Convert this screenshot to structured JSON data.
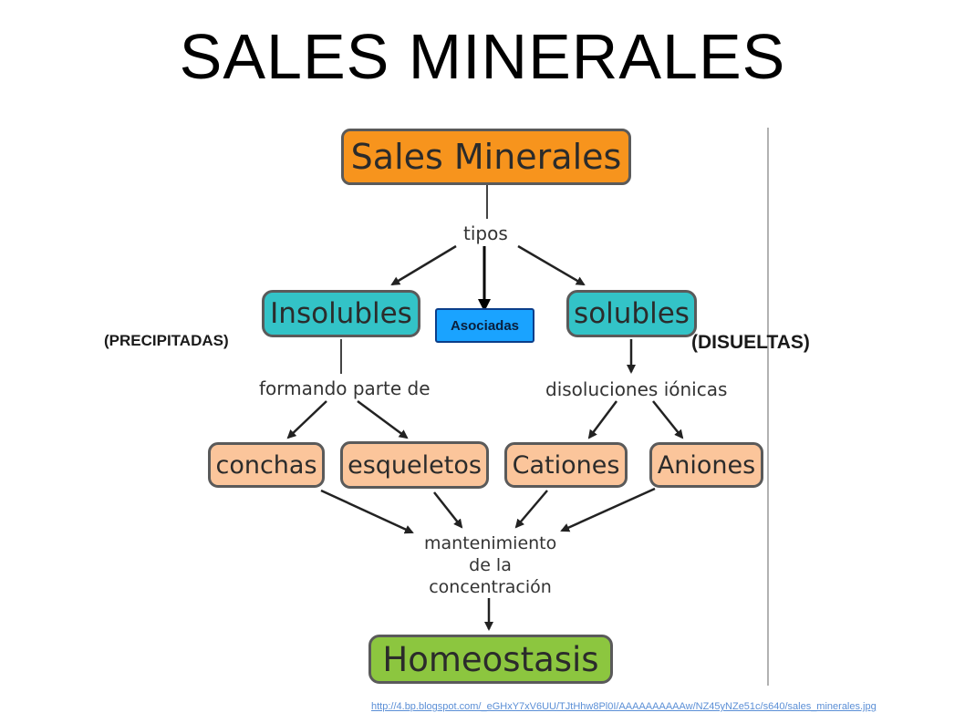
{
  "slide": {
    "title": "SALES MINERALES",
    "source_url": "http://4.bp.blogspot.com/_eGHxY7xV6UU/TJtHhw8Pl0I/AAAAAAAAAAw/NZ45yNZe51c/s640/sales_minerales.jpg"
  },
  "diagram": {
    "root": "Sales Minerales",
    "root_link": "tipos",
    "types": {
      "insolubles": "Insolubles",
      "asociadas": "Asociadas",
      "solubles": "solubles"
    },
    "side_labels": {
      "left": "(PRECIPITADAS)",
      "right": "(DISUELTAS)"
    },
    "insolubles_link": "formando parte de",
    "solubles_link": "disoluciones iónicas",
    "leaves": {
      "conchas": "conchas",
      "esqueletos": "esqueletos",
      "cationes": "Cationes",
      "aniones": "Aniones"
    },
    "merge_label": [
      "mantenimiento",
      "de la",
      "concentración"
    ],
    "result": "Homeostasis"
  },
  "colors": {
    "root": "#f7941d",
    "types": "#33c3c7",
    "leaves": "#fbc59b",
    "result": "#8cc63f",
    "asociadas": "#1aa3ff"
  }
}
